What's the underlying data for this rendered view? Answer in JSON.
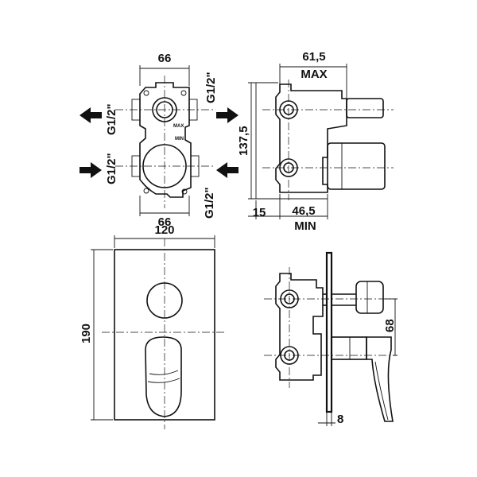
{
  "dimensions": {
    "top_width": "66",
    "bottom_width": "66",
    "inlet_top_right": "G1/2\"",
    "inlet_bottom_right": "G1/2\"",
    "outlet_left_top": "G1/2\"",
    "outlet_left_bottom": "G1/2\"",
    "depth_max": "61,5",
    "max_label": "MAX",
    "height_body": "137,5",
    "offset_15": "15",
    "depth_min": "46,5",
    "min_label": "MIN",
    "plate_width": "120",
    "plate_height": "190",
    "spacing_68": "68",
    "plate_thickness": "8"
  },
  "body_marks": {
    "max": "MAX",
    "min": "MIN"
  },
  "icons": {
    "flow_arrows": [
      "arrow-out-left-icon",
      "arrow-in-right-icon",
      "arrow-in-left-icon",
      "arrow-out-right-icon"
    ]
  }
}
